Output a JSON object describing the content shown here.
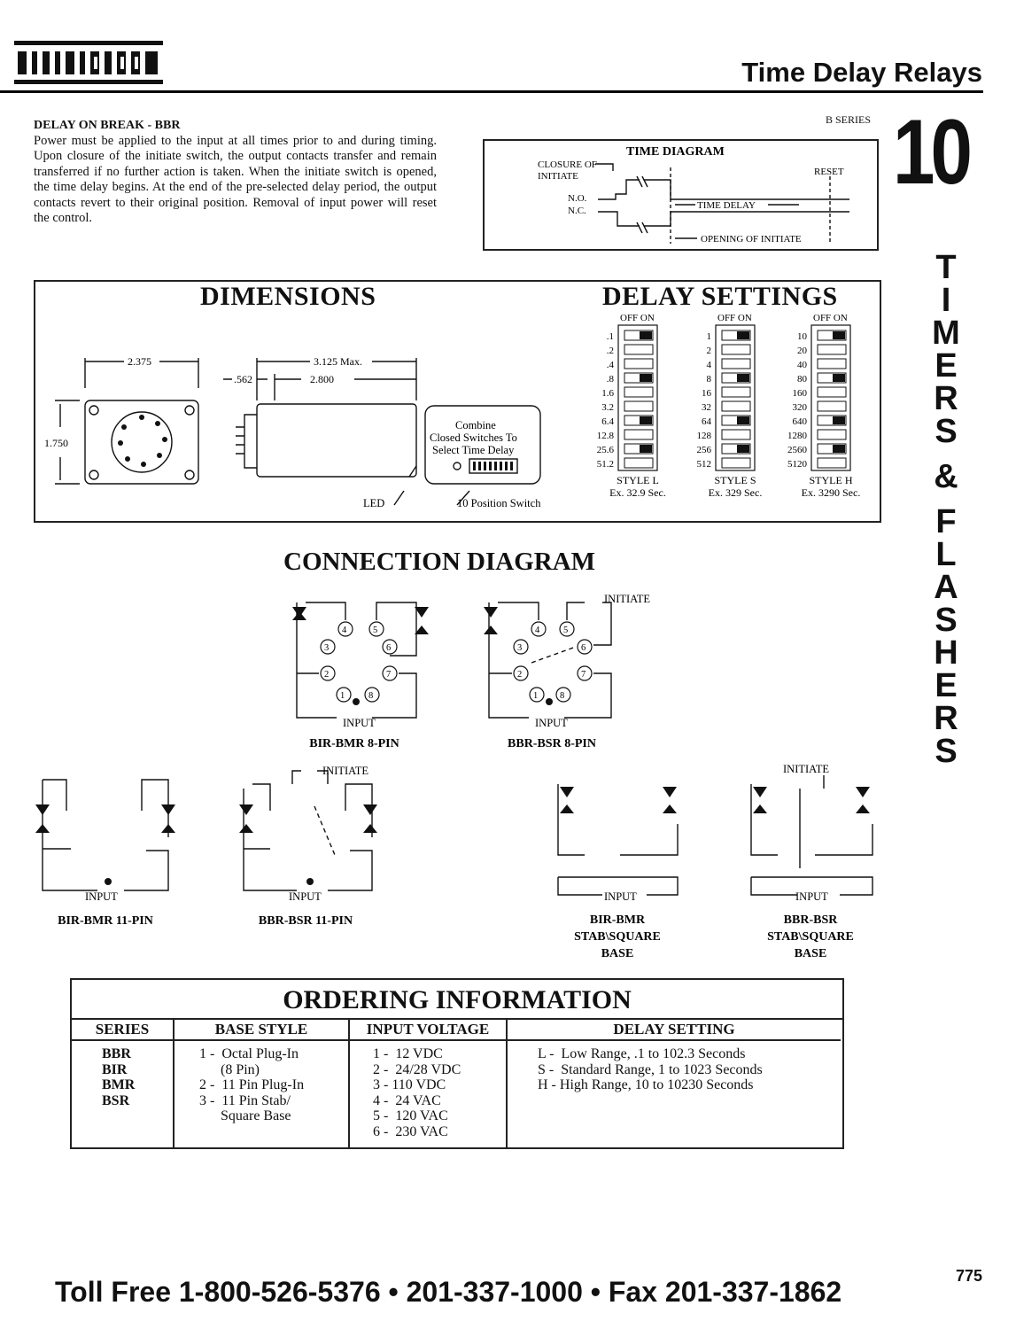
{
  "header": {
    "logo_text": "mrtrac",
    "title": "Time Delay Relays",
    "section_number": "10",
    "side_letters": [
      "T",
      "I",
      "M",
      "E",
      "R",
      "S",
      "&",
      "F",
      "L",
      "A",
      "S",
      "H",
      "E",
      "R",
      "S"
    ]
  },
  "description": {
    "heading": "DELAY ON BREAK - BBR",
    "body": "Power must be applied to the input at all times prior to and during timing. Upon closure of the initiate switch, the output contacts transfer and remain transferred if no further action is taken. When the initiate switch is opened, the time delay begins. At the end of the pre-selected delay period, the output contacts revert to their original position. Removal of input power will reset the control.",
    "series": "B SERIES"
  },
  "time_diagram": {
    "title": "TIME DIAGRAM",
    "closure_line1": "CLOSURE OF",
    "closure_line2": "INITIATE",
    "reset": "RESET",
    "no": "N.O.",
    "nc": "N.C.",
    "time_delay": "TIME DELAY",
    "opening": "OPENING OF INITIATE"
  },
  "dimensions": {
    "heading": "DIMENSIONS",
    "dim_2375": "2.375",
    "dim_3125": "3.125 Max.",
    "dim_562": ".562",
    "dim_2800": "2.800",
    "dim_1750": "1.750",
    "combine1": "Combine",
    "combine2": "Closed Switches To",
    "combine3": "Select Time Delay",
    "led": "LED",
    "switch": "10 Position Switch"
  },
  "delay_settings": {
    "heading": "DELAY SETTINGS",
    "offon": "OFF ON",
    "styles": [
      {
        "name": "STYLE L",
        "example": "Ex. 32.9 Sec.",
        "values": [
          ".1",
          ".2",
          ".4",
          ".8",
          "1.6",
          "3.2",
          "6.4",
          "12.8",
          "25.6",
          "51.2"
        ],
        "on": [
          true,
          false,
          false,
          true,
          false,
          false,
          true,
          false,
          true,
          false
        ]
      },
      {
        "name": "STYLE S",
        "example": "Ex. 329 Sec.",
        "values": [
          "1",
          "2",
          "4",
          "8",
          "16",
          "32",
          "64",
          "128",
          "256",
          "512"
        ],
        "on": [
          true,
          false,
          false,
          true,
          false,
          false,
          true,
          false,
          true,
          false
        ]
      },
      {
        "name": "STYLE H",
        "example": "Ex. 3290 Sec.",
        "values": [
          "10",
          "20",
          "40",
          "80",
          "160",
          "320",
          "640",
          "1280",
          "2560",
          "5120"
        ],
        "on": [
          true,
          false,
          false,
          true,
          false,
          false,
          true,
          false,
          true,
          false
        ]
      }
    ]
  },
  "connection": {
    "heading": "CONNECTION DIAGRAM",
    "initiate": "INITIATE",
    "input": "INPUT",
    "labels": {
      "bir8": "BIR-BMR 8-PIN",
      "bbr8": "BBR-BSR 8-PIN",
      "bir11": "BIR-BMR 11-PIN",
      "bbr11": "BBR-BSR 11-PIN",
      "birstab1": "BIR-BMR",
      "birstab2": "STAB\\SQUARE",
      "birstab3": "BASE",
      "bbrstab1": "BBR-BSR",
      "bbrstab2": "STAB\\SQUARE",
      "bbrstab3": "BASE"
    }
  },
  "ordering": {
    "title": "ORDERING INFORMATION",
    "columns": [
      "SERIES",
      "BASE STYLE",
      "INPUT VOLTAGE",
      "DELAY SETTING"
    ],
    "series": [
      "BBR",
      "BIR",
      "BMR",
      "BSR"
    ],
    "base_style": [
      "1 -  Octal Plug-In",
      "      (8 Pin)",
      "2 -  11 Pin Plug-In",
      "3 -  11 Pin Stab/",
      "      Square Base"
    ],
    "input_voltage": [
      "1 -  12 VDC",
      "2 -  24/28 VDC",
      "3 - 110 VDC",
      "4 -  24 VAC",
      "5 -  120 VAC",
      "6 -  230 VAC"
    ],
    "delay_setting": [
      "L -  Low Range, .1 to 102.3 Seconds",
      "S -  Standard Range, 1 to 1023 Seconds",
      "H - High Range, 10 to 10230 Seconds"
    ]
  },
  "footer": {
    "page_number": "775",
    "contact": "Toll Free 1-800-526-5376  •  201-337-1000  •  Fax 201-337-1862"
  }
}
